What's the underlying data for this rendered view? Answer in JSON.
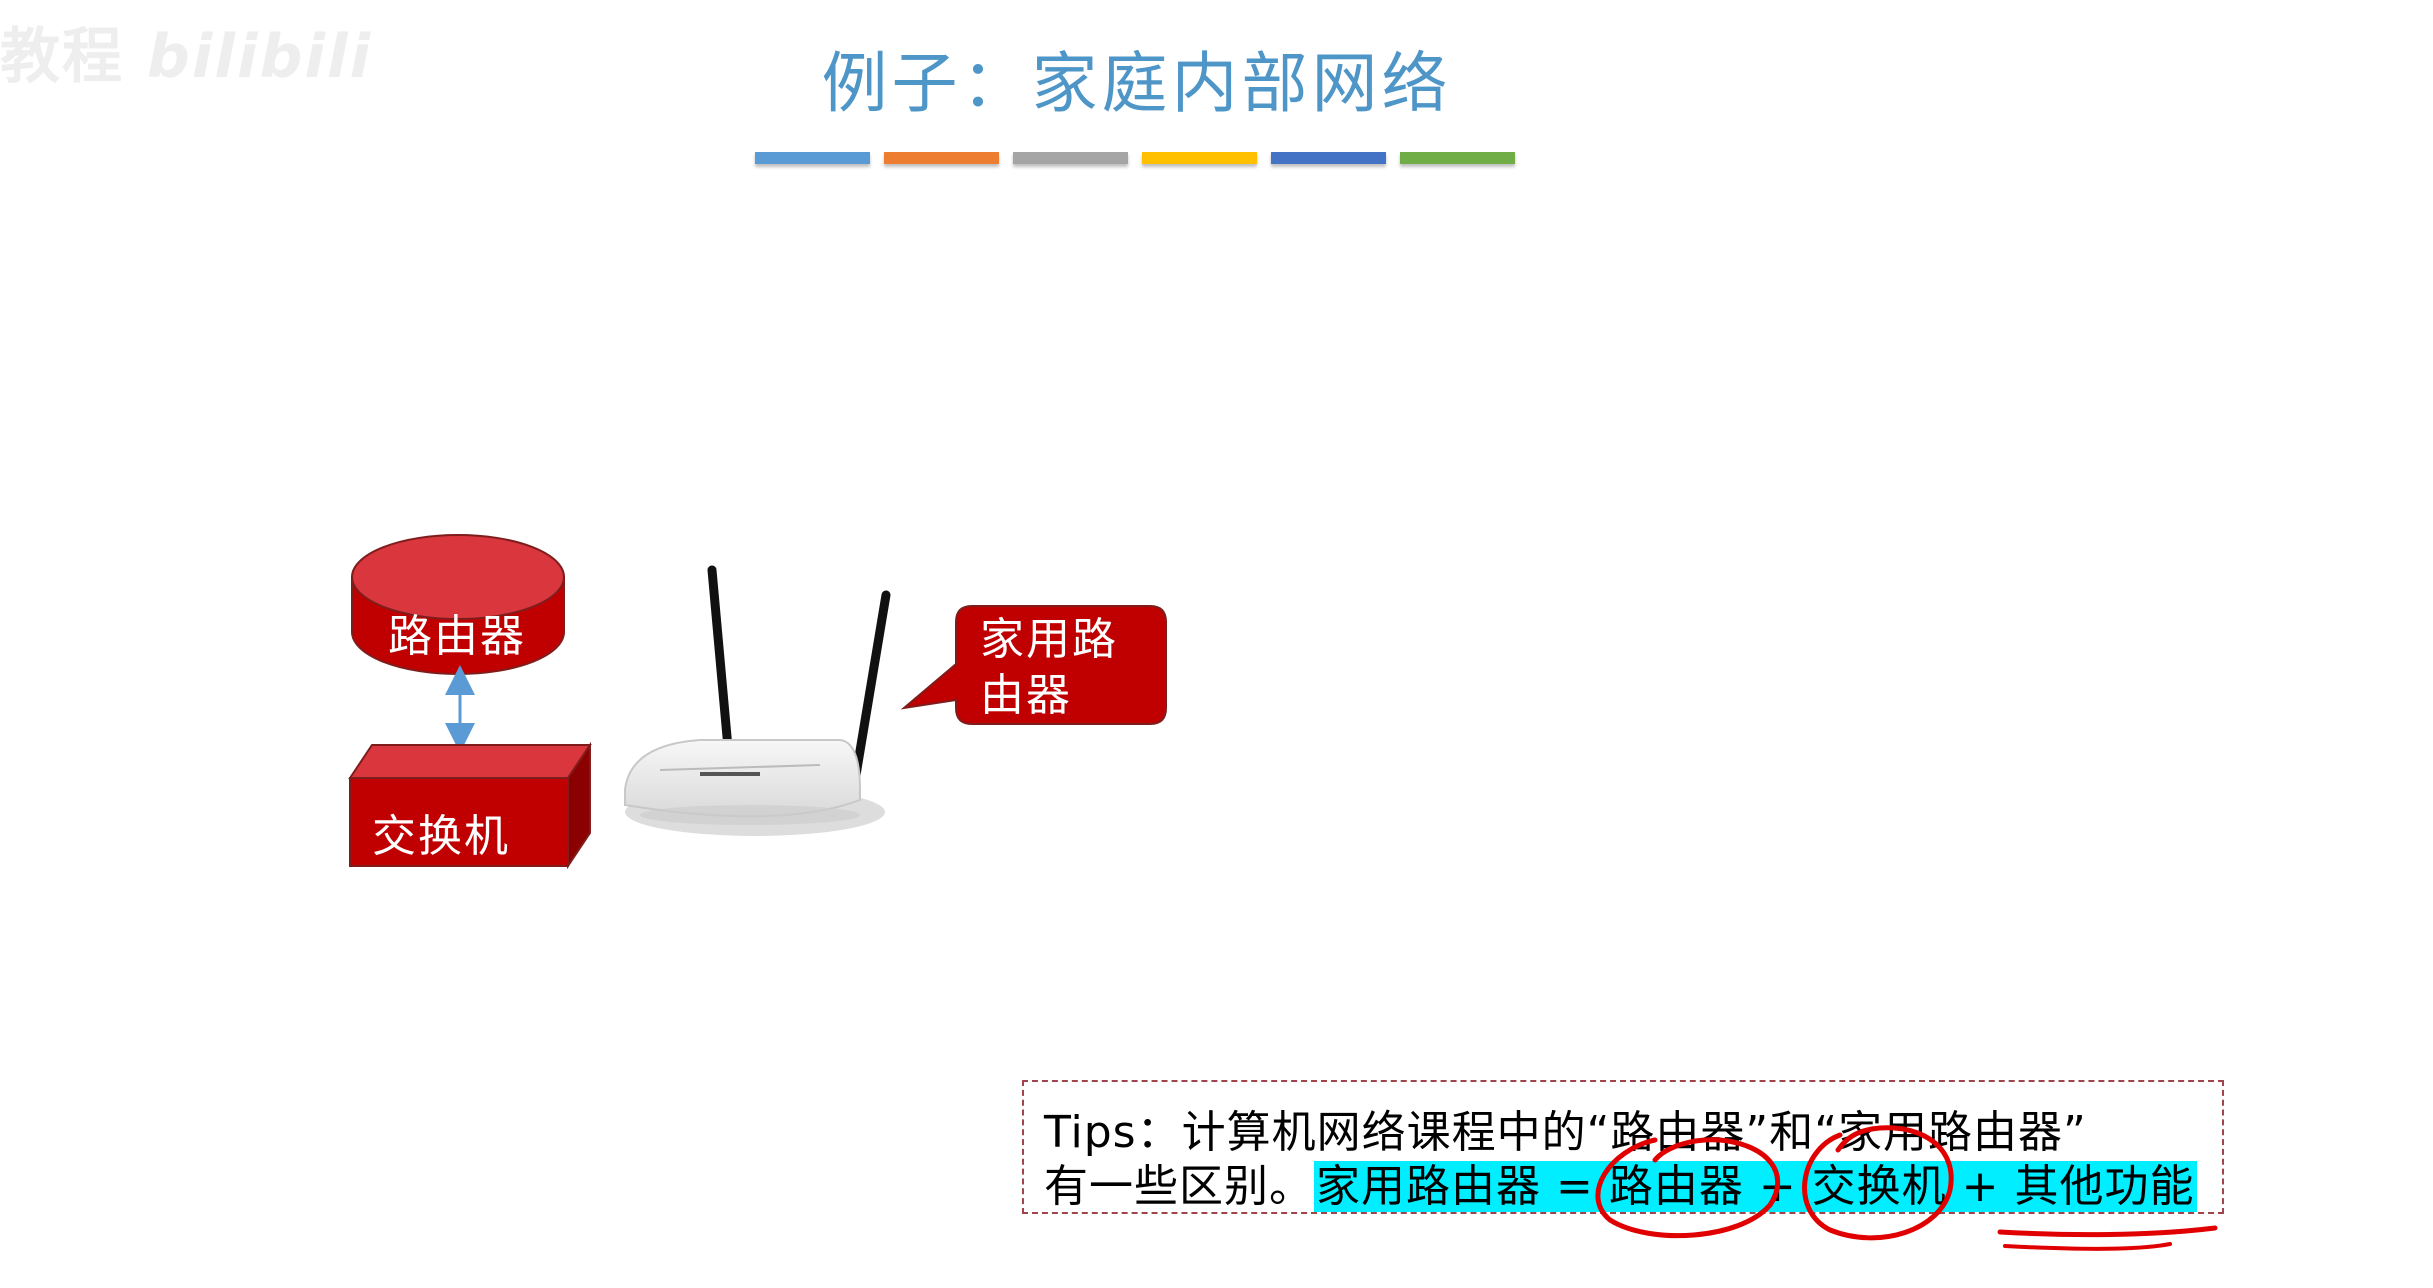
{
  "watermark": {
    "text": "教程",
    "logo": "bilibili"
  },
  "title": "例子：家庭内部网络",
  "colors": {
    "title": "#4f96c8",
    "bars": [
      "#5b9bd5",
      "#ed7d31",
      "#a5a5a5",
      "#ffc000",
      "#4472c4",
      "#70ad47"
    ],
    "box_red": "#c00000",
    "highlight": "#00eeff",
    "annotation": "#e00000"
  },
  "diagram": {
    "router_label": "路由器",
    "switch_label": "交换机",
    "home_router_callout": [
      "家用路",
      "由器"
    ]
  },
  "tips": {
    "line1": "Tips：计算机网络课程中的“路由器”和“家用路由器”",
    "line2_prefix": "有一些区别。",
    "line2_highlight": "家用路由器 = 路由器 + 交换机 + 其他功能"
  }
}
